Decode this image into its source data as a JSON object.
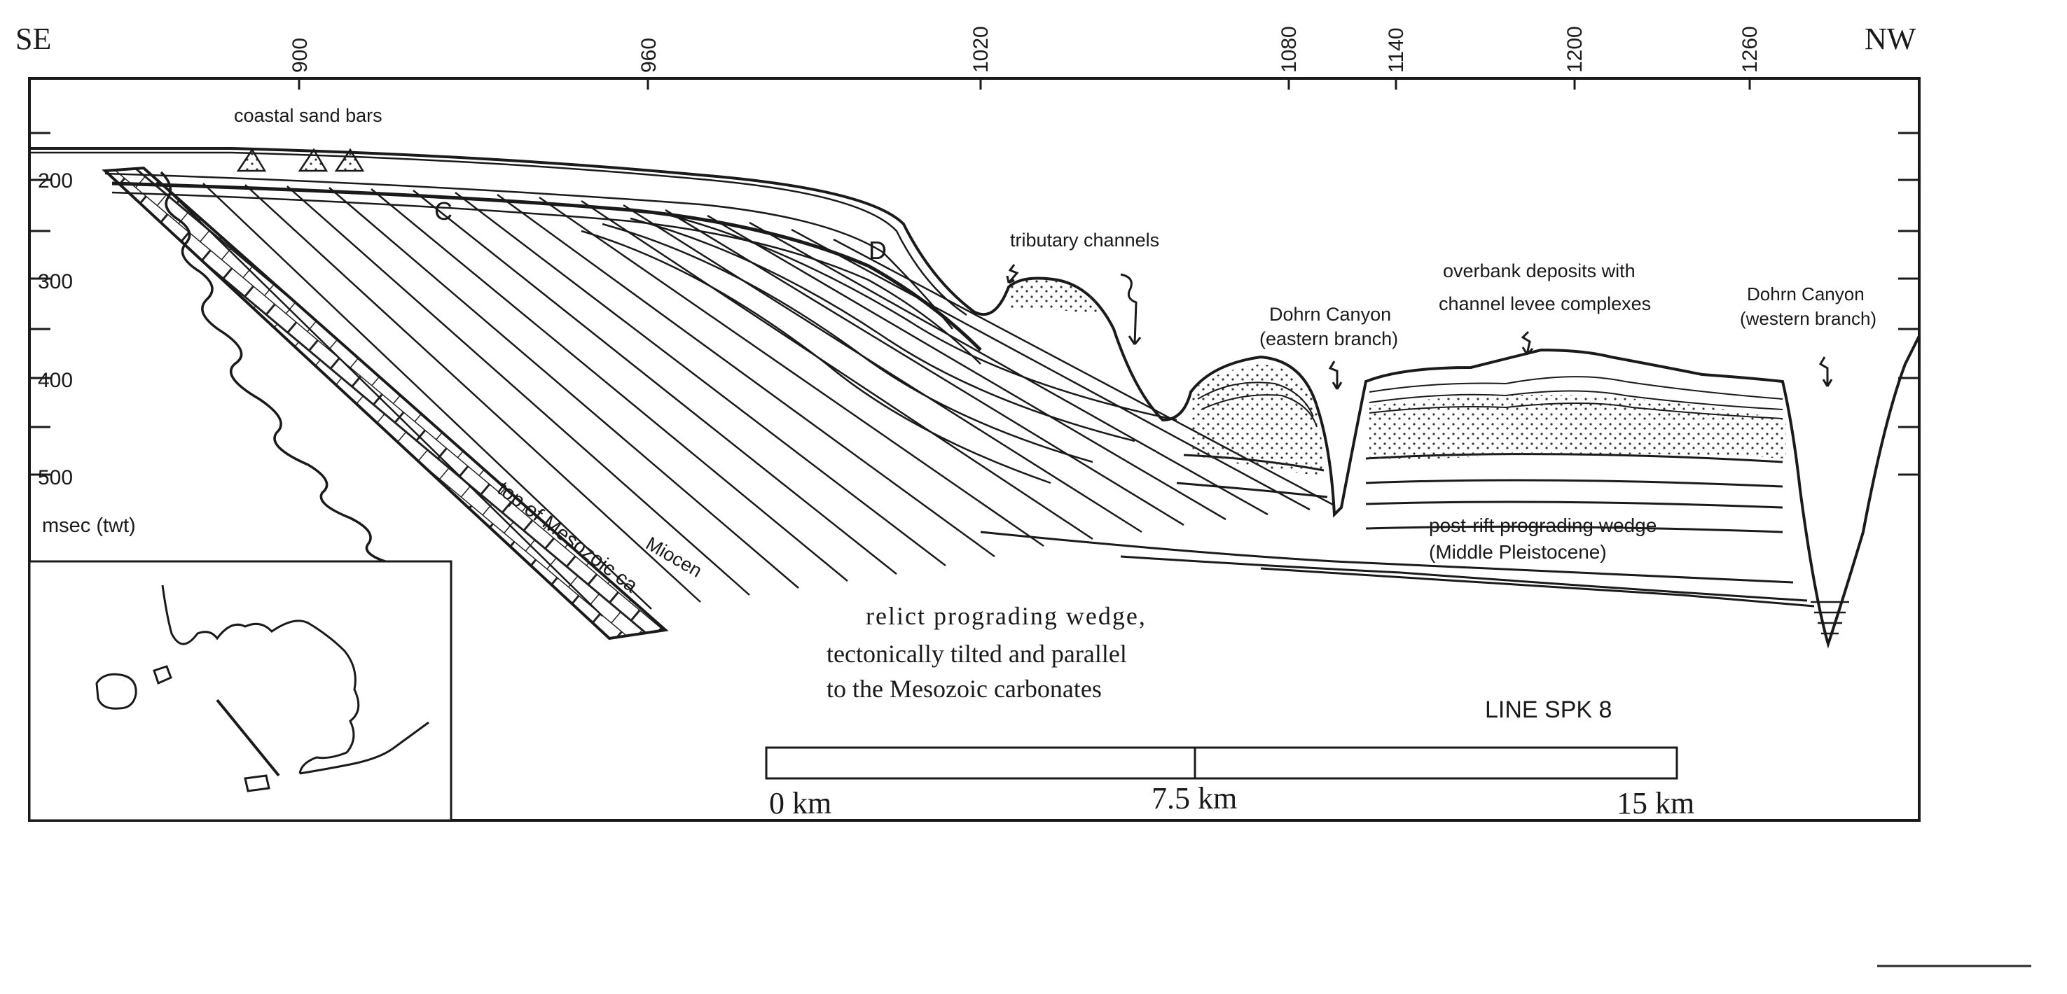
{
  "orientation": {
    "left": "SE",
    "right": "NW"
  },
  "shotpoints": [
    "900",
    "960",
    "1020",
    "1080",
    "1140",
    "1200",
    "1260"
  ],
  "depth_axis": {
    "ticks": [
      "200",
      "300",
      "400",
      "500"
    ],
    "unit_label": "msec  (twt)"
  },
  "labels": {
    "coastal_sand_bars": "coastal sand bars",
    "horizon_c": "C",
    "horizon_d": "D",
    "tributary_channels": "tributary channels",
    "dohrn_east_1": "Dohrn Canyon",
    "dohrn_east_2": "(eastern branch)",
    "overbank_1": "overbank deposits with",
    "overbank_2": "channel levee complexes",
    "dohrn_west_1": "Dohrn Canyon",
    "dohrn_west_2": "(western branch)",
    "top_mesozoic": "top of Mesozoic ca",
    "miocene": "Miocen",
    "post_rift_1": "post-rift prograding wedge",
    "post_rift_2": "(Middle Pleistocene)",
    "relict_1": "relict  prograding  wedge,",
    "relict_2": "tectonically tilted and parallel",
    "relict_3": "to the Mesozoic carbonates",
    "line_name": "LINE SPK 8"
  },
  "scale_bar": {
    "labels": [
      "0 km",
      "7.5 km",
      "15 km"
    ]
  },
  "colors": {
    "ink": "#1a1a1a",
    "paper": "#ffffff"
  }
}
